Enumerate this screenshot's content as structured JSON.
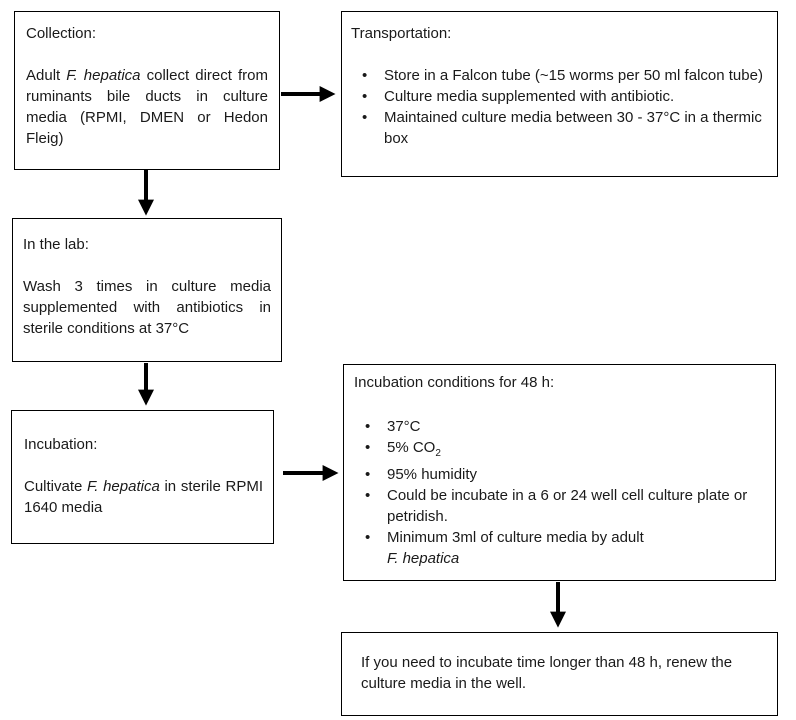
{
  "diagram": {
    "collection": {
      "title": "Collection:",
      "text_before": "Adult ",
      "species": "F. hepatica",
      "text_after": " collect direct from ruminants bile ducts in culture media (RPMI, DMEN or Hedon Fleig)"
    },
    "transportation": {
      "title": "Transportation:",
      "bullets": [
        "Store in a Falcon tube (~15 worms per 50 ml falcon tube)",
        "Culture media supplemented with antibiotic.",
        "Maintained culture media between 30 - 37°C in a thermic box"
      ]
    },
    "lab": {
      "title": "In the lab:",
      "text": "Wash 3 times in culture media supplemented with antibiotics in sterile conditions at 37°C"
    },
    "incubation": {
      "title": "Incubation:",
      "text_before": "Cultivate ",
      "species": "F. hepatica",
      "text_after": " in sterile RPMI 1640 media"
    },
    "conditions": {
      "title": "Incubation conditions for 48 h:",
      "temp": "37°C",
      "co2_prefix": "5% CO",
      "co2_subscript": "2",
      "humidity": "95% humidity",
      "plate": "Could be incubate in a 6 or 24 well cell culture plate or petridish.",
      "minimum_text": "Minimum 3ml of culture media by adult",
      "minimum_species": "F. hepatica"
    },
    "renew": {
      "text": "If you need to incubate time longer than 48 h, renew the culture media in the well."
    }
  }
}
